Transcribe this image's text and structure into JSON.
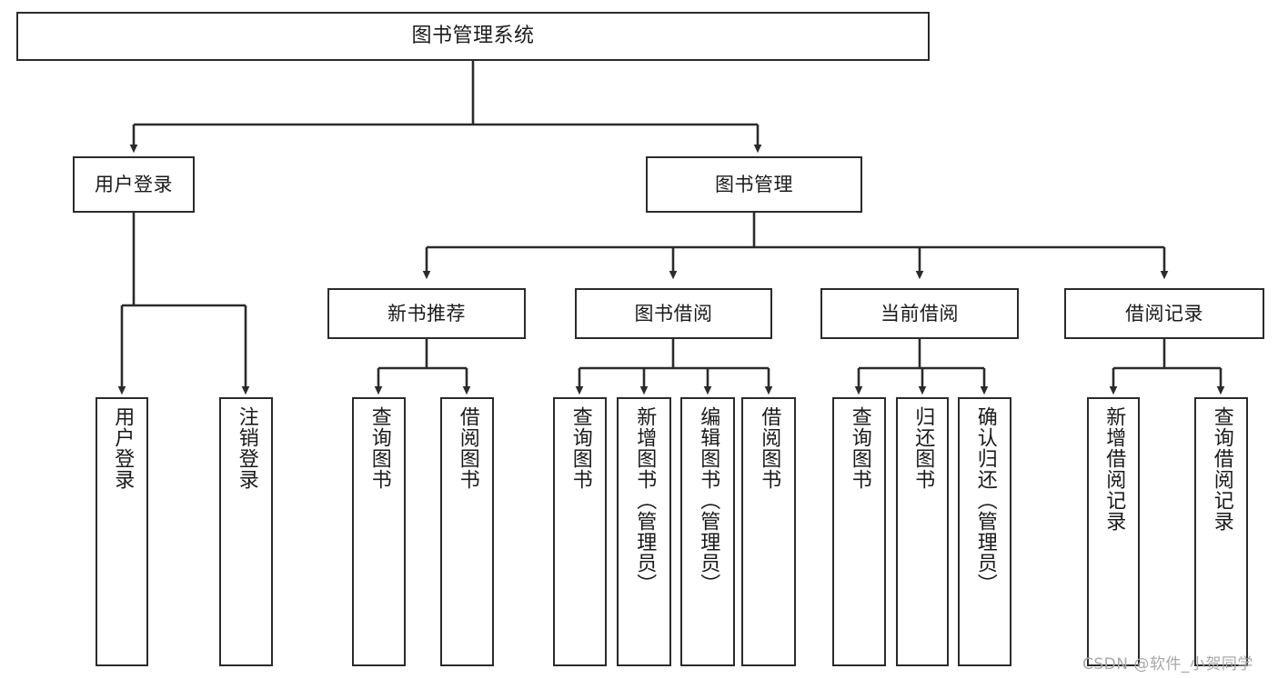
{
  "diagram": {
    "type": "tree-hierarchy",
    "title": "图书管理系统",
    "root": {
      "label": "图书管理系统"
    },
    "level2": [
      {
        "label": "用户登录"
      },
      {
        "label": "图书管理"
      }
    ],
    "level3": [
      {
        "label": "新书推荐"
      },
      {
        "label": "图书借阅"
      },
      {
        "label": "当前借阅"
      },
      {
        "label": "借阅记录"
      }
    ],
    "leaves": {
      "user_login": [
        {
          "label": "用户登录"
        },
        {
          "label": "注销登录"
        }
      ],
      "new_book_recommend": [
        {
          "label": "查询图书"
        },
        {
          "label": "借阅图书"
        }
      ],
      "book_borrow": [
        {
          "label": "查询图书"
        },
        {
          "label": "新增图书（管理员）"
        },
        {
          "label": "编辑图书（管理员）"
        },
        {
          "label": "借阅图书"
        }
      ],
      "current_borrow": [
        {
          "label": "查询图书"
        },
        {
          "label": "归还图书"
        },
        {
          "label": "确认归还（管理员）"
        }
      ],
      "borrow_record": [
        {
          "label": "新增借阅记录"
        },
        {
          "label": "查询借阅记录"
        }
      ]
    }
  },
  "watermark": {
    "text": "CSDN @软件_小贺同学"
  },
  "colors": {
    "background": "#ffffff",
    "box_border": "#2b2b2b",
    "box_fill": "#ffffff",
    "text": "#1a1a1a",
    "connector": "#2b2b2b",
    "watermark": "#a8a8a8"
  }
}
